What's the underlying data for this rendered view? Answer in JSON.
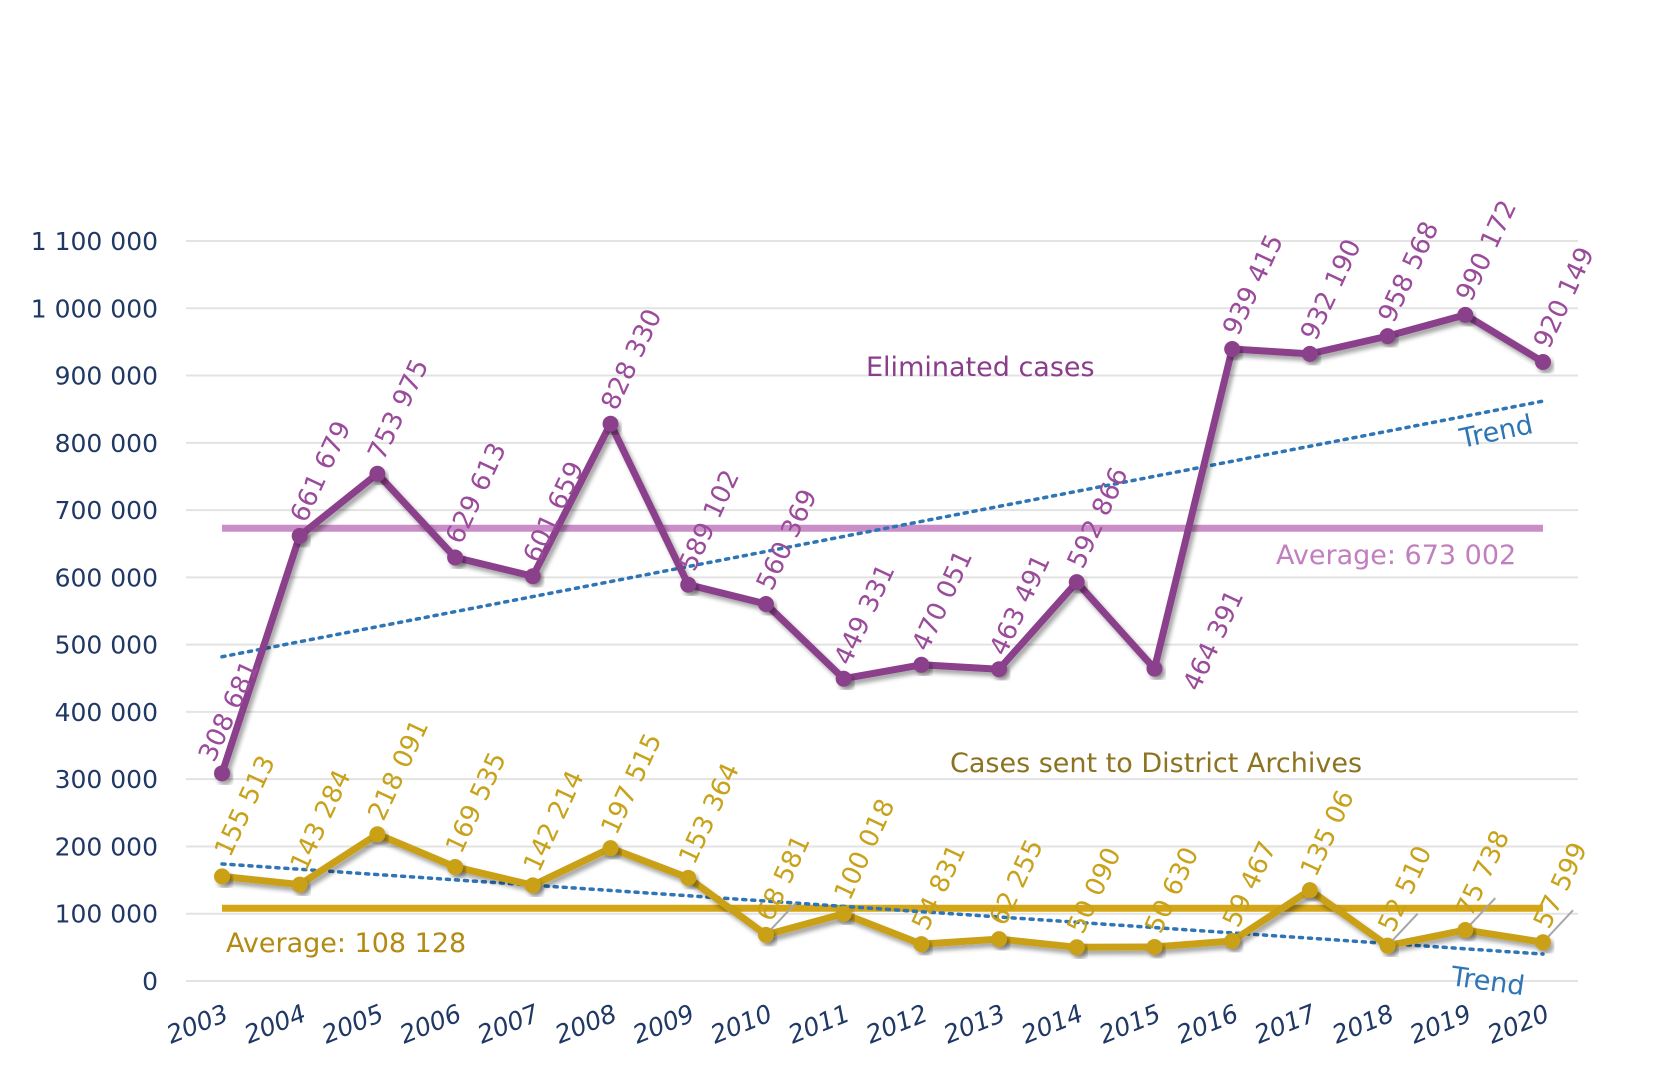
{
  "chart_data": {
    "type": "line",
    "x": [
      "2003",
      "2004",
      "2005",
      "2006",
      "2007",
      "2008",
      "2009",
      "2010",
      "2011",
      "2012",
      "2013",
      "2014",
      "2015",
      "2016",
      "2017",
      "2018",
      "2019",
      "2020"
    ],
    "yticks": [
      "0",
      "100 000",
      "200 000",
      "300 000",
      "400 000",
      "500 000",
      "600 000",
      "700 000",
      "800 000",
      "900 000",
      "1 000 000",
      "1 100 000"
    ],
    "ylim": [
      0,
      1100000
    ],
    "grid": true,
    "series": [
      {
        "name": "Eliminated cases",
        "color": "#8b3f8b",
        "values": [
          308681,
          661679,
          753975,
          629613,
          601659,
          828330,
          589102,
          560369,
          449331,
          470051,
          463491,
          592866,
          464391,
          939415,
          932190,
          958568,
          990172,
          920149
        ],
        "labels": [
          "308 681",
          "661 679",
          "753 975",
          "629 613",
          "601 659",
          "828 330",
          "589 102",
          "560 369",
          "449 331",
          "470 051",
          "463 491",
          "592 866",
          "464 391",
          "939 415",
          "932 190",
          "958 568",
          "990 172",
          "920 149"
        ],
        "average": 673002,
        "average_label": "Average: 673 002",
        "average_color": "#c98ec7",
        "trend_label": "Trend",
        "trend": [
          482000,
          862000
        ]
      },
      {
        "name": "Cases sent to District Archives",
        "color": "#c9a018",
        "values": [
          155513,
          143284,
          218091,
          169535,
          142214,
          197515,
          153364,
          68581,
          100018,
          54831,
          62255,
          50090,
          50630,
          59467,
          135060,
          52510,
          75738,
          57599
        ],
        "labels": [
          "155 513",
          "143 284",
          "218 091",
          "169 535",
          "142 214",
          "197 515",
          "153 364",
          "68 581",
          "100 018",
          "54 831",
          "62 255",
          "50 090",
          "50 630",
          "59 467",
          "135 06",
          "52 510",
          "75 738",
          "57 599"
        ],
        "average": 108128,
        "average_label": "Average: 108 128",
        "average_color": "#d4a514",
        "trend_label": "Trend",
        "trend": [
          174000,
          40000
        ]
      }
    ],
    "trend_color": "#2e75b6"
  }
}
